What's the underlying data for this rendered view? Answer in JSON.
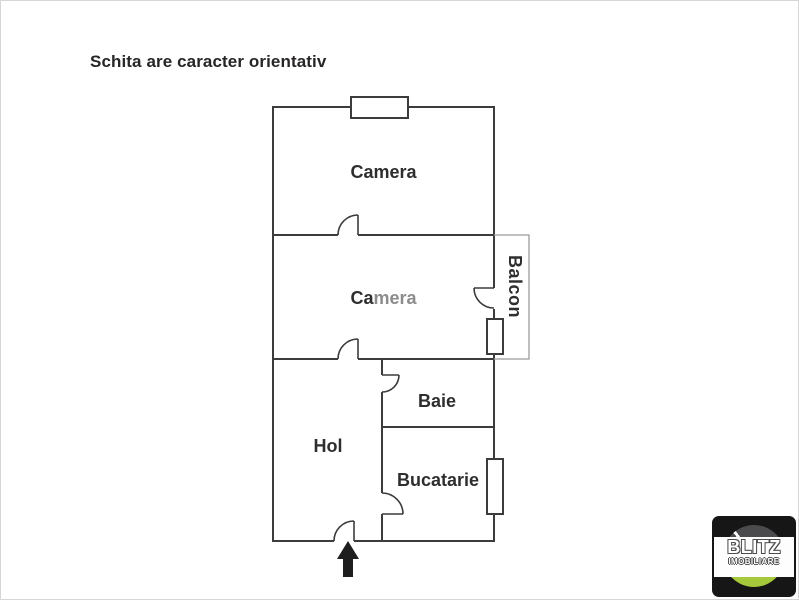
{
  "disclaimer": "Schita are caracter orientativ",
  "rooms": {
    "camera_top": {
      "label": "Camera"
    },
    "camera_middle": {
      "label_start": "Ca",
      "label_end": "mera"
    },
    "balcon": {
      "label": "Balcon"
    },
    "baie": {
      "label": "Baie"
    },
    "hol": {
      "label": "Hol"
    },
    "bucatarie": {
      "label": "Bucatarie"
    }
  },
  "features": {
    "windows": [
      "camera-top-window",
      "balcon-window",
      "bucatarie-window"
    ],
    "entrance_symbol": "up-arrow"
  },
  "logo": {
    "brand": "BLITZ",
    "subtitle": "IMOBILIARE"
  },
  "colors": {
    "wall": "#3c3c3c",
    "balcony_line": "#9b9b9b",
    "label_text": "#2e2e2e",
    "label_muted": "#8c8c8c",
    "logo_background": "#161616",
    "logo_ring": "#4b4b4d",
    "logo_accent": "#a6c93b"
  }
}
